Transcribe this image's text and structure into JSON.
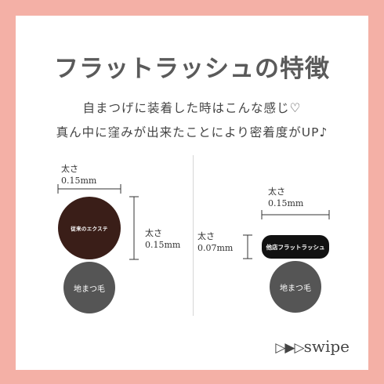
{
  "title": "フラットラッシュの特徴",
  "subtitle_line1": "自まつげに装着した時はこんな感じ♡",
  "subtitle_line2": "真ん中に窪みが出来たことにより密着度がUP♪",
  "left_diagram": {
    "width_label": "太さ",
    "width_value": "0.15mm",
    "height_label": "太さ",
    "height_value": "0.15mm",
    "extension_label": "従来のエクステ",
    "natural_lash_label": "地まつ毛"
  },
  "right_diagram": {
    "width_label": "太さ",
    "width_value": "0.15mm",
    "height_label": "太さ",
    "height_value": "0.07mm",
    "extension_label": "他店フラットラッシュ",
    "natural_lash_label": "地まつ毛"
  },
  "swipe": {
    "arrows": "▷▶▷",
    "label": "swipe"
  },
  "colors": {
    "frame": "#f4b0a6",
    "extension_dark": "#3a1e18",
    "natural_lash": "#555555"
  }
}
